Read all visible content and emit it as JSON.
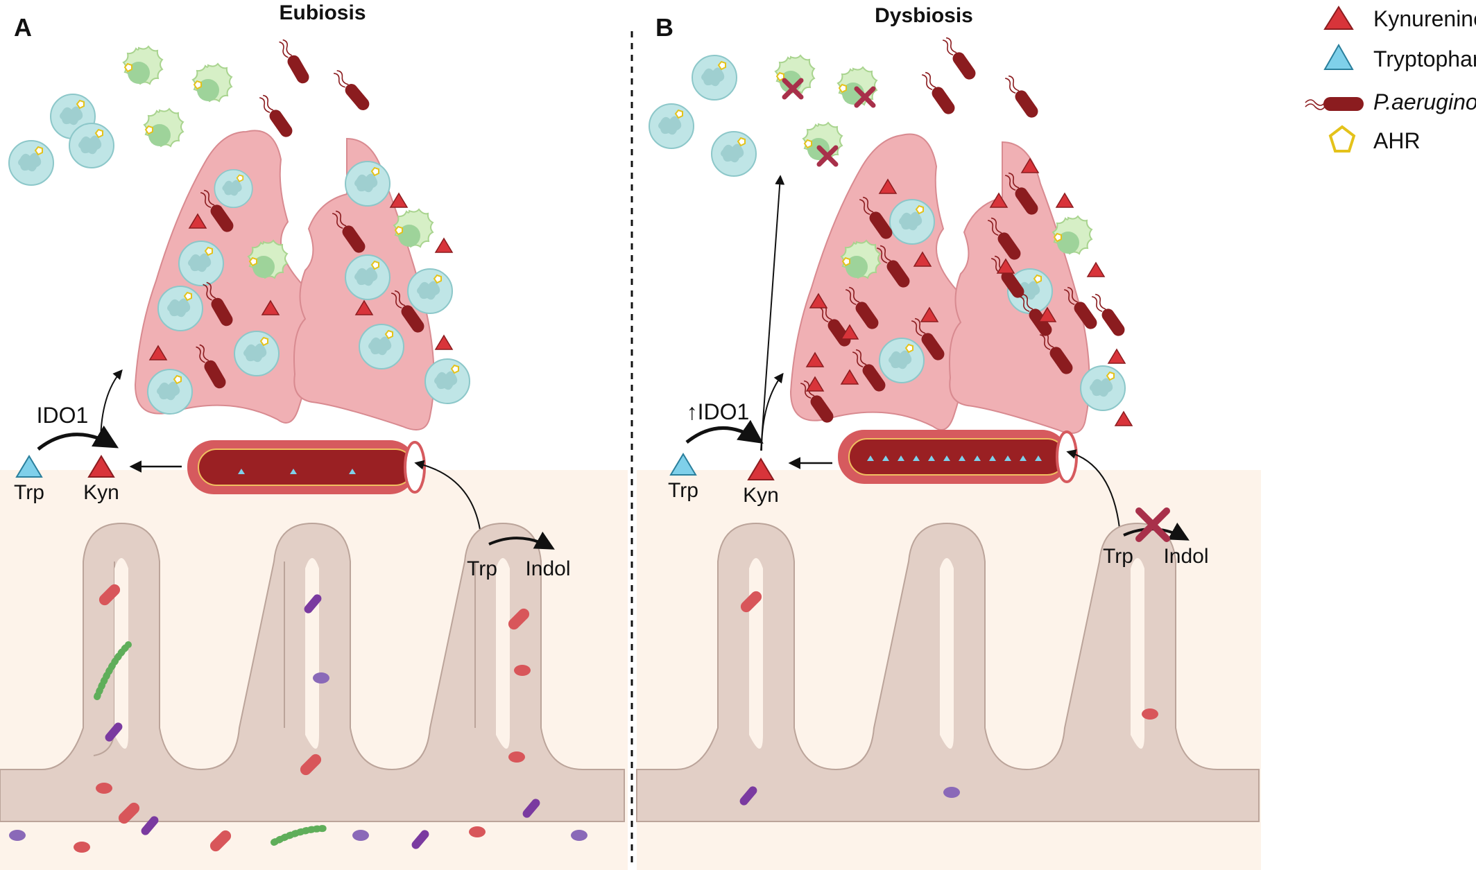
{
  "panels": {
    "a": {
      "letter": "A",
      "title": "Eubiosis",
      "enzyme": "IDO1",
      "trp": "Trp",
      "kyn": "Kyn",
      "gut_trp": "Trp",
      "gut_indol": "Indol"
    },
    "b": {
      "letter": "B",
      "title": "Dysbiosis",
      "enzyme": "↑IDO1",
      "trp": "Trp",
      "kyn": "Kyn",
      "gut_trp": "Trp",
      "gut_indol": "Indol"
    }
  },
  "legend": {
    "items": [
      {
        "label": "Kynurenine",
        "icon": "red-triangle-icon"
      },
      {
        "label": "Tryptophan",
        "icon": "blue-triangle-icon"
      },
      {
        "label": "P.aeruginosa",
        "icon": "bacterium-icon",
        "italic": true
      },
      {
        "label": "AHR",
        "icon": "yellow-pentagon-icon"
      }
    ]
  },
  "colors": {
    "kynurenine": "#d8343a",
    "tryptophan": "#7fd0ea",
    "bacterium": "#8b1c1f",
    "ahr": "#e4c21a",
    "lung": "#f0b0b4",
    "tissue": "#fdf3ea",
    "villus": "#e2cfc6",
    "vessel": "#9a2023"
  }
}
